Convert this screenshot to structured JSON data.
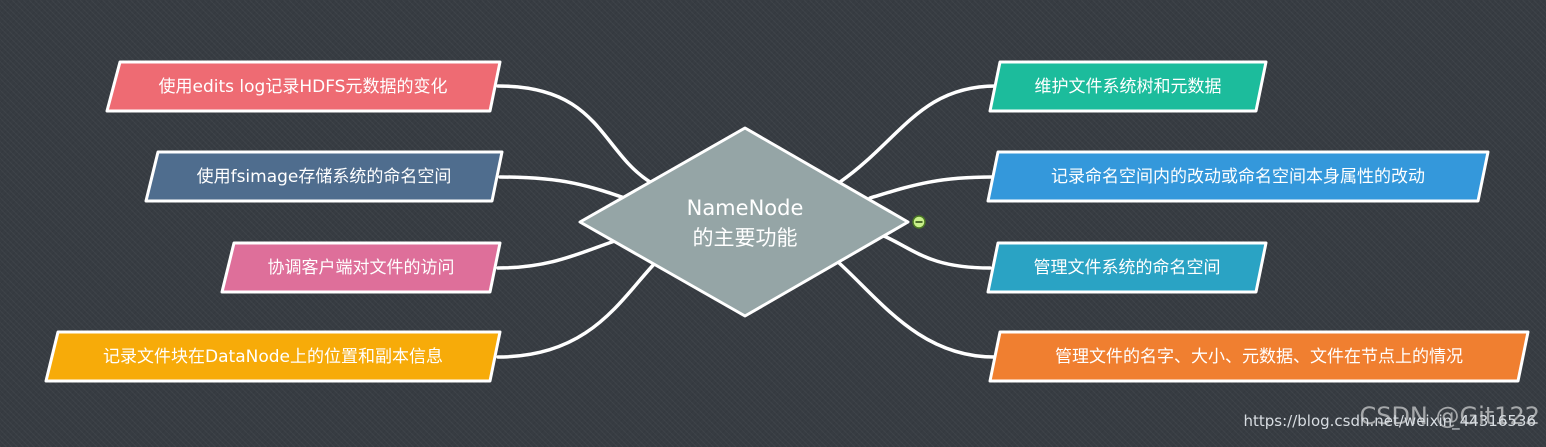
{
  "center": {
    "line1": "NameNode",
    "line2": "的主要功能",
    "fill": "#95a5a6"
  },
  "left_nodes": [
    {
      "label": "使用edits log记录HDFS元数据的变化",
      "color": "#ee6b73"
    },
    {
      "label": "使用fsimage存储系统的命名空间",
      "color": "#4f6d8e"
    },
    {
      "label": "协调客户端对文件的访问",
      "color": "#de6f9a"
    },
    {
      "label": "记录文件块在DataNode上的位置和副本信息",
      "color": "#f7ab09"
    }
  ],
  "right_nodes": [
    {
      "label": "维护文件系统树和元数据",
      "color": "#1cbc9c"
    },
    {
      "label": "记录命名空间内的改动或命名空间本身属性的改动",
      "color": "#3498db"
    },
    {
      "label": "管理文件系统的命名空间",
      "color": "#2aa3c4"
    },
    {
      "label": "管理文件的名字、大小、元数据、文件在节点上的情况",
      "color": "#f07f30"
    }
  ],
  "watermark": {
    "brand": "CSDN @Git122",
    "url": "https://blog.csdn.net/weixin_44316536"
  }
}
